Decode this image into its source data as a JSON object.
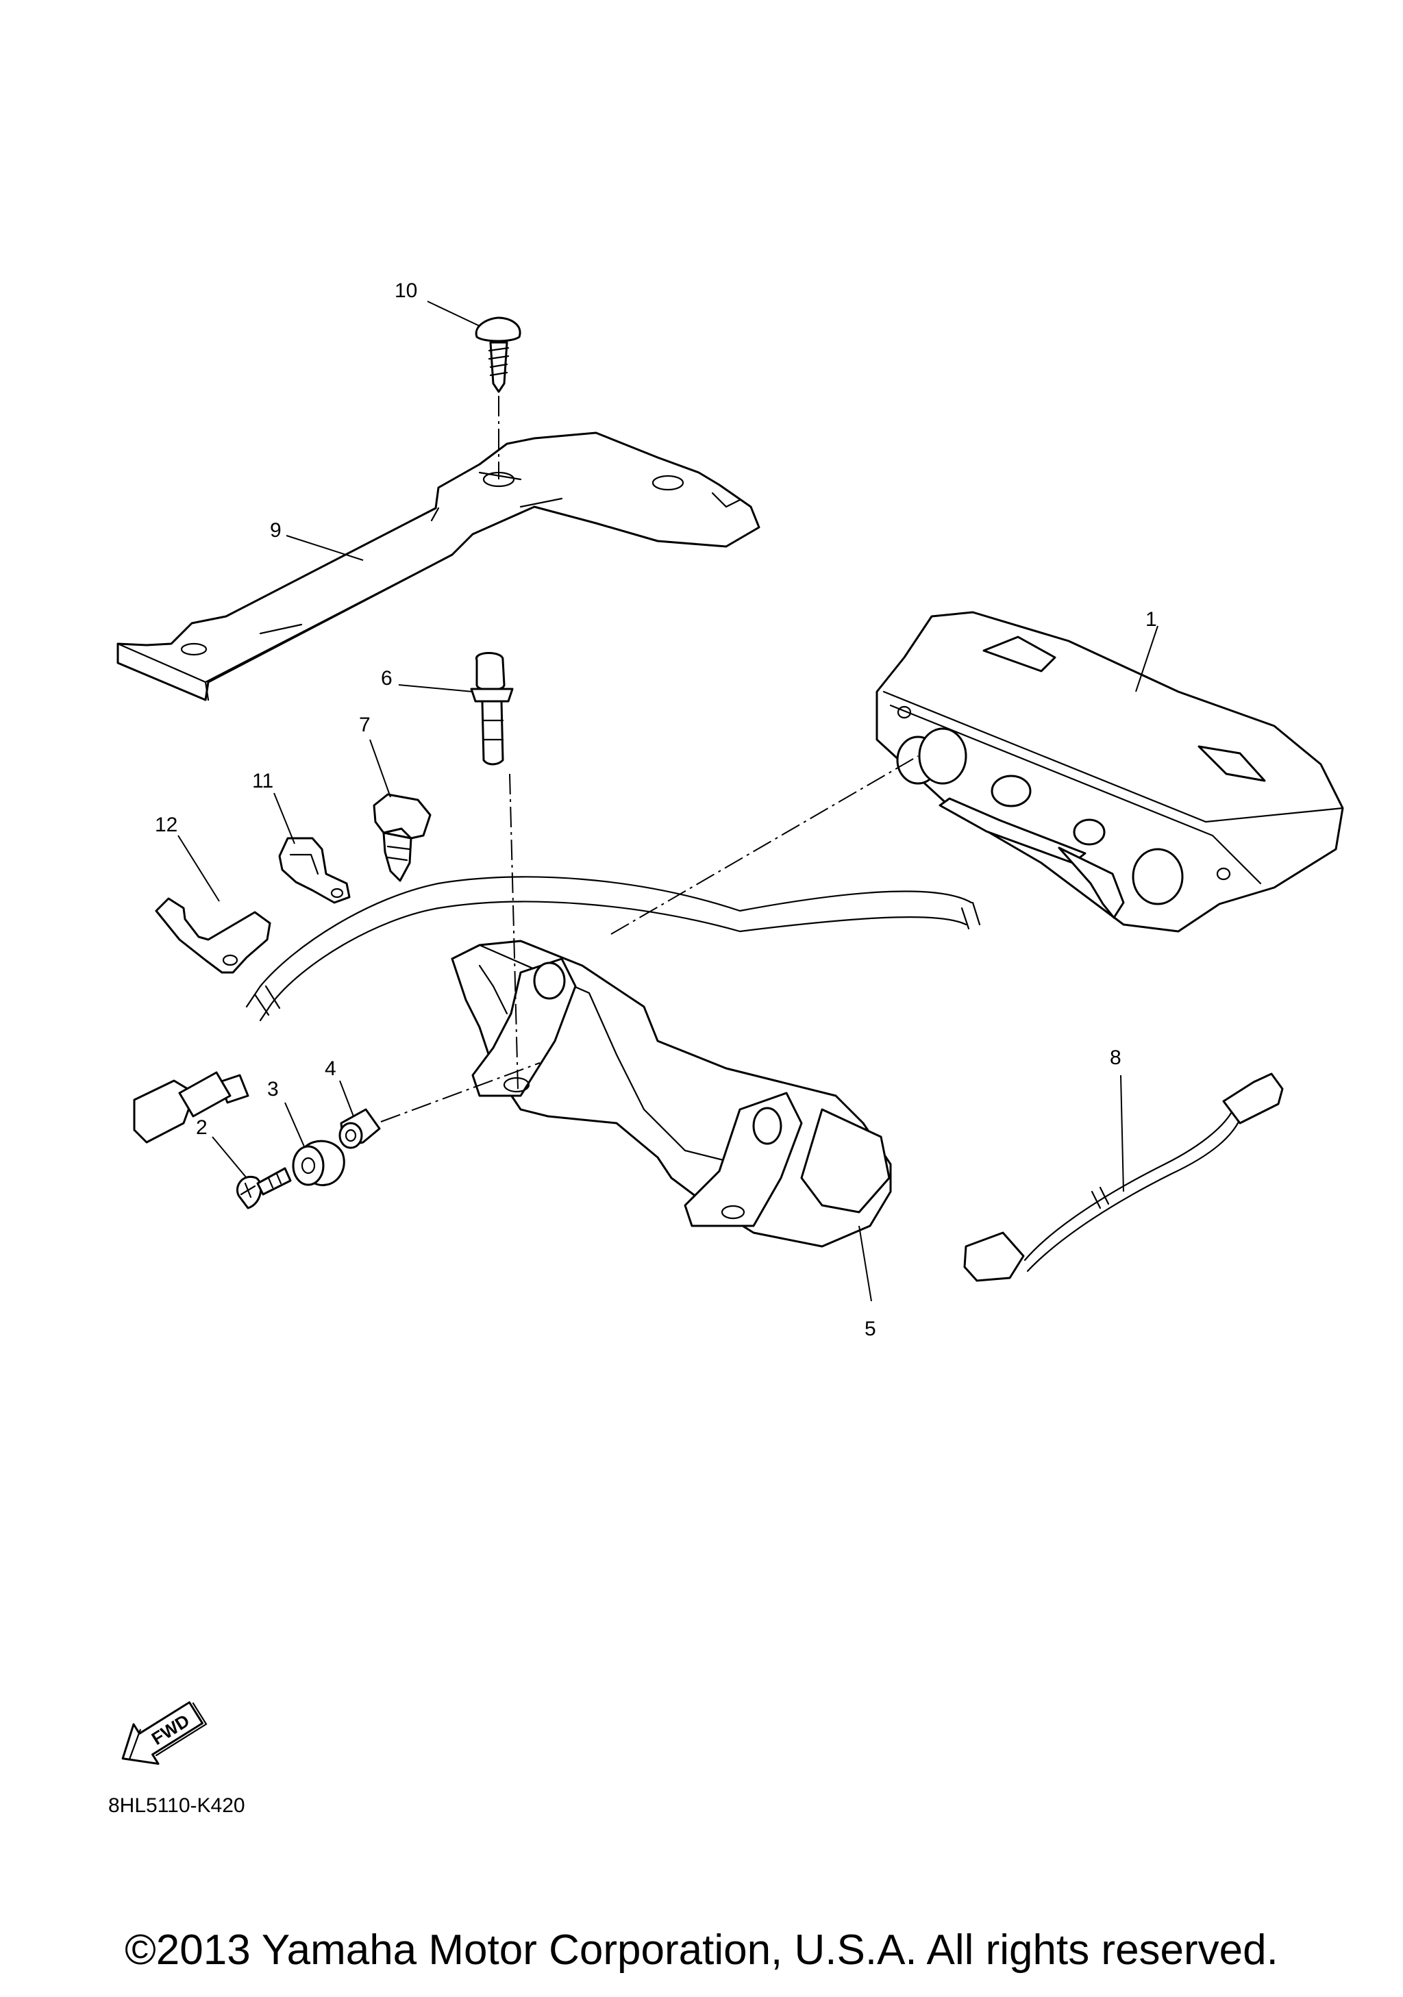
{
  "callouts": {
    "c1": "1",
    "c2": "2",
    "c3": "3",
    "c4": "4",
    "c5": "5",
    "c6": "6",
    "c7": "7",
    "c8": "8",
    "c9": "9",
    "c10": "10",
    "c11": "11",
    "c12": "12"
  },
  "fwd_label": "FWD",
  "diagram_code": "8HL5110-K420",
  "copyright": "©2013 Yamaha Motor Corporation, U.S.A. All rights reserved."
}
